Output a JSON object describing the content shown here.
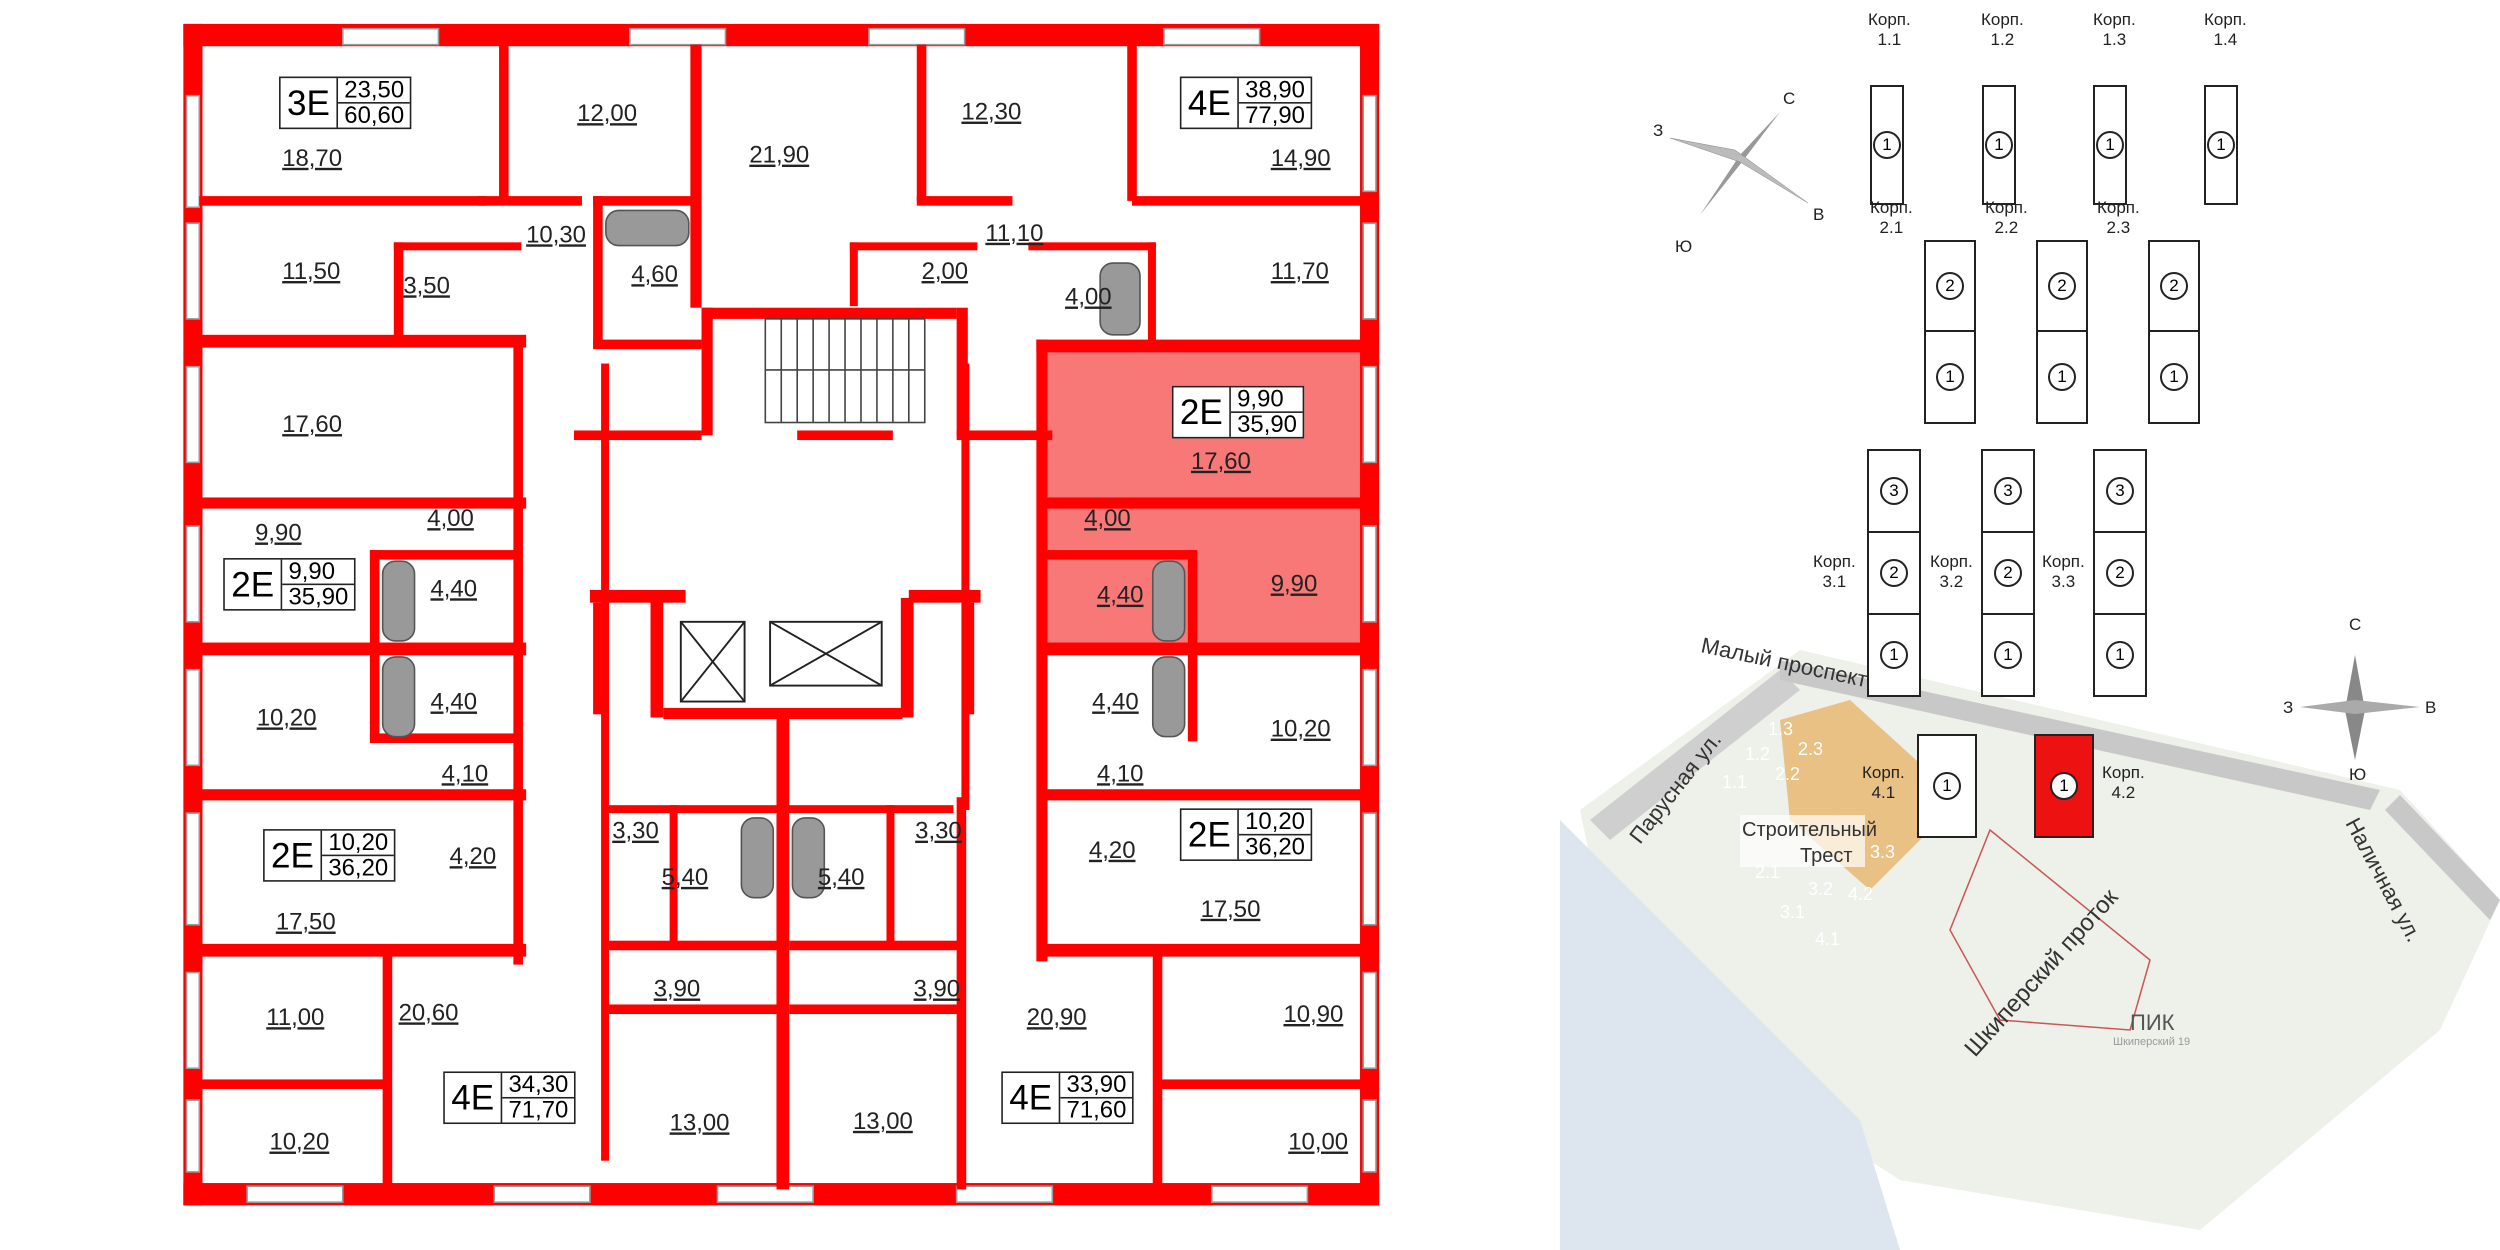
{
  "floor_plan": {
    "highlight_color": "#f87878",
    "wall_color": "#ff0000",
    "apartments": [
      {
        "type": "3E",
        "living": "23,50",
        "total": "60,60"
      },
      {
        "type": "4E",
        "living": "38,90",
        "total": "77,90"
      },
      {
        "type": "2E",
        "living": "9,90",
        "total": "35,90",
        "highlighted": true
      },
      {
        "type": "2E",
        "living": "9,90",
        "total": "35,90"
      },
      {
        "type": "2E",
        "living": "10,20",
        "total": "36,20"
      },
      {
        "type": "2E",
        "living": "10,20",
        "total": "36,20"
      },
      {
        "type": "4E",
        "living": "34,30",
        "total": "71,70"
      },
      {
        "type": "4E",
        "living": "33,90",
        "total": "71,60"
      }
    ],
    "rooms": [
      "18,70",
      "12,00",
      "21,90",
      "12,30",
      "14,90",
      "11,50",
      "3,50",
      "10,30",
      "4,60",
      "2,00",
      "11,10",
      "4,00",
      "11,70",
      "17,60",
      "17,60",
      "9,90",
      "4,00",
      "4,00",
      "4,40",
      "4,40",
      "9,90",
      "4,40",
      "4,40",
      "10,20",
      "10,20",
      "4,10",
      "4,10",
      "4,20",
      "3,30",
      "3,30",
      "4,20",
      "5,40",
      "5,40",
      "17,50",
      "17,50",
      "3,90",
      "3,90",
      "20,60",
      "20,90",
      "11,00",
      "10,90",
      "13,00",
      "13,00",
      "10,20",
      "10,00"
    ]
  },
  "compass_small": {
    "n": "С",
    "s": "Ю",
    "w": "З",
    "e": "В"
  },
  "korpus": {
    "prefix": "Корп.",
    "buildings": [
      {
        "name": "1.1",
        "sections": [
          "1"
        ]
      },
      {
        "name": "1.2",
        "sections": [
          "1"
        ]
      },
      {
        "name": "1.3",
        "sections": [
          "1"
        ]
      },
      {
        "name": "1.4",
        "sections": [
          "1"
        ]
      },
      {
        "name": "2.1",
        "sections": [
          "2",
          "1"
        ]
      },
      {
        "name": "2.2",
        "sections": [
          "2",
          "1"
        ]
      },
      {
        "name": "2.3",
        "sections": [
          "2",
          "1"
        ]
      },
      {
        "name": "3.1",
        "sections": [
          "3",
          "2",
          "1"
        ]
      },
      {
        "name": "3.2",
        "sections": [
          "3",
          "2",
          "1"
        ]
      },
      {
        "name": "3.3",
        "sections": [
          "3",
          "2",
          "1"
        ]
      },
      {
        "name": "4.1",
        "sections": [
          "1"
        ]
      },
      {
        "name": "4.2",
        "sections": [
          "1"
        ],
        "selected": true
      }
    ],
    "selected_color": "#ee1111"
  },
  "map": {
    "streets": [
      "Малый проспект В.О.",
      "Парусная ул.",
      "Наличная ул.",
      "Шкиперский проток"
    ],
    "project": [
      "Строительный",
      "Трест"
    ],
    "building_labels": [
      "1.1",
      "1.2",
      "1.3",
      "2.1",
      "2.2",
      "2.3",
      "3.1",
      "3.2",
      "3.3",
      "4.1",
      "4.2"
    ],
    "logo": "ПИК",
    "logo_sub": "Шкиперский 19",
    "compass": {
      "n": "С",
      "s": "Ю",
      "w": "З",
      "e": "В"
    }
  }
}
